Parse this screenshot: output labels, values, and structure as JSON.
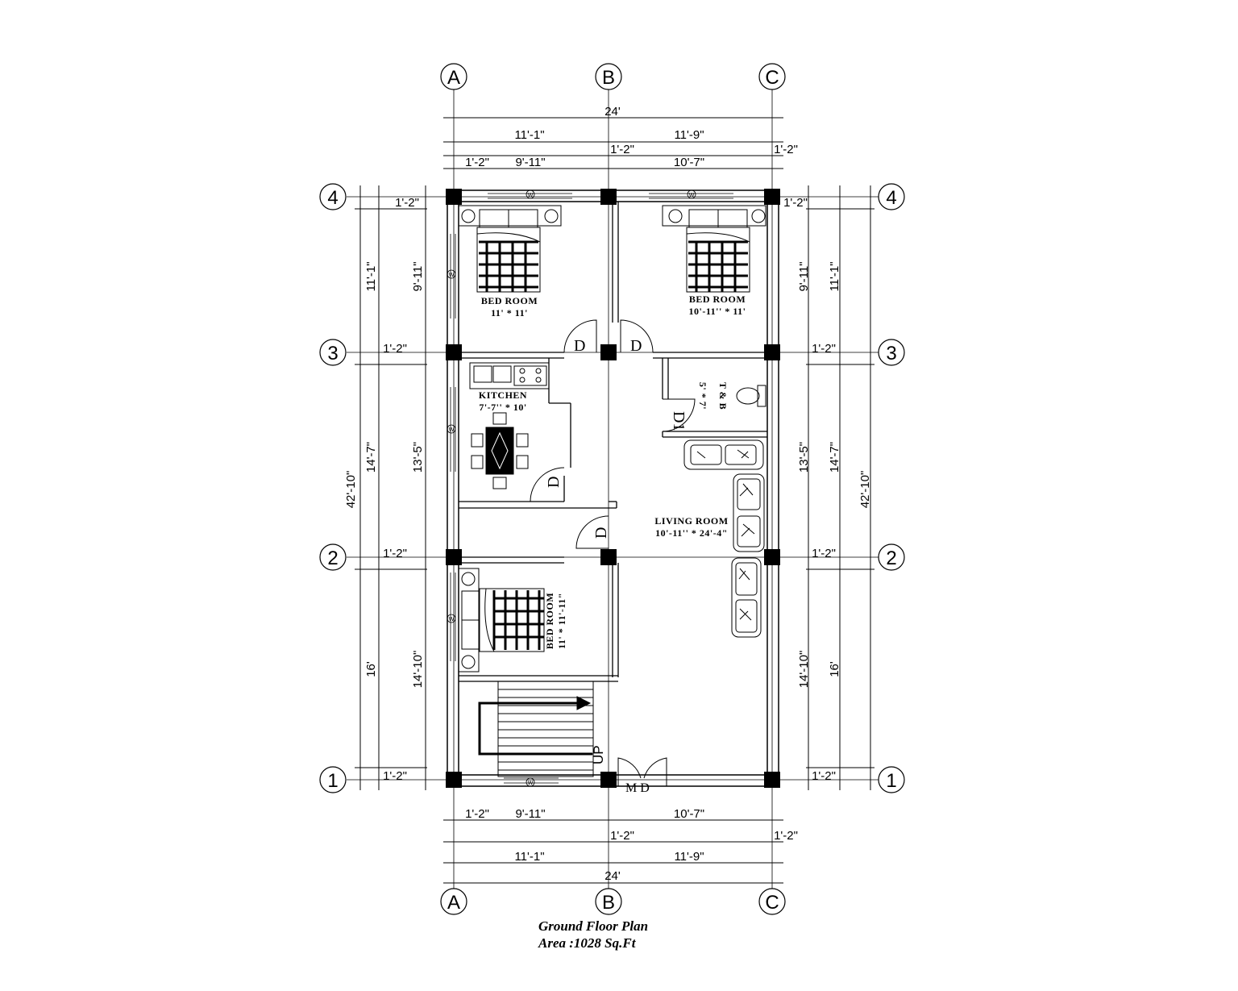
{
  "grid": {
    "columns": [
      "A",
      "B",
      "C"
    ],
    "rows": [
      "4",
      "3",
      "2",
      "1"
    ]
  },
  "dimensions": {
    "total_width": "24'",
    "col_ab": "11'-1\"",
    "col_bc": "11'-9\"",
    "wall": "1'-2\"",
    "room_ab": "9'-11\"",
    "room_bc": "10'-7\"",
    "total_depth": "42'-10\"",
    "bay_43": "11'-1\"",
    "bay_32": "14'-7\"",
    "bay_21": "16'",
    "inner_43": "9'-11\"",
    "inner_32": "13'-5\"",
    "inner_21": "14'-10\""
  },
  "rooms": {
    "bed1": {
      "name": "BED ROOM",
      "size": "11' * 11'"
    },
    "bed2": {
      "name": "BED ROOM",
      "size": "10'-11'' * 11'"
    },
    "kitchen": {
      "name": "KITCHEN",
      "size": "7'-7'' * 10'"
    },
    "toilet": {
      "name": "T & B",
      "size": "5' * 7'"
    },
    "living": {
      "name": "LIVING ROOM",
      "size": "10'-11'' * 24'-4\""
    },
    "bed3": {
      "name": "BED ROOM",
      "size": "11' * 11'-11\""
    }
  },
  "doors": {
    "d": "D",
    "d1": "D1",
    "md": "M D",
    "up": "UP",
    "window": "W"
  },
  "caption": {
    "title": "Ground Floor Plan",
    "area": "Area :1028 Sq.Ft"
  }
}
